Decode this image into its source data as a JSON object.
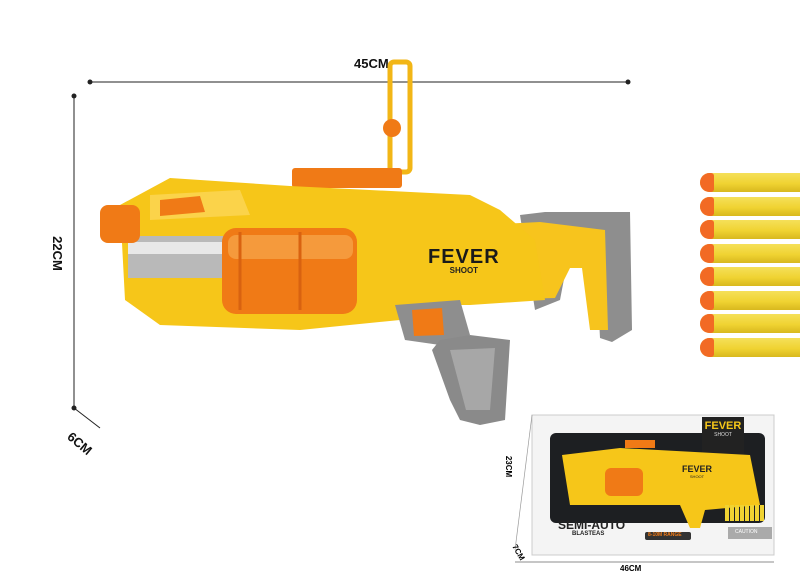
{
  "dimensions": {
    "length": "45CM",
    "height": "22CM",
    "width": "6CM"
  },
  "product_logo": {
    "brand": "FEVER",
    "sub": "SHOOT"
  },
  "package": {
    "height": "23CM",
    "depth": "7CM",
    "length": "46CM",
    "title": "SEMI-AUTO",
    "subtitle": "BLASTEAS",
    "range_badge": "8-10M RANGE",
    "caution": "CAUTION",
    "logo_brand": "FEVER",
    "logo_sub": "SHOOT",
    "box_logo_brand": "FEVER",
    "box_logo_sub": "SHOOT"
  },
  "colors": {
    "body_yellow": "#f6c619",
    "accent_orange": "#f07a16",
    "grey": "#8b8b8b",
    "dart_yellow": "#f0d332",
    "dart_tip": "#f26a24"
  },
  "darts": {
    "count": 8
  }
}
